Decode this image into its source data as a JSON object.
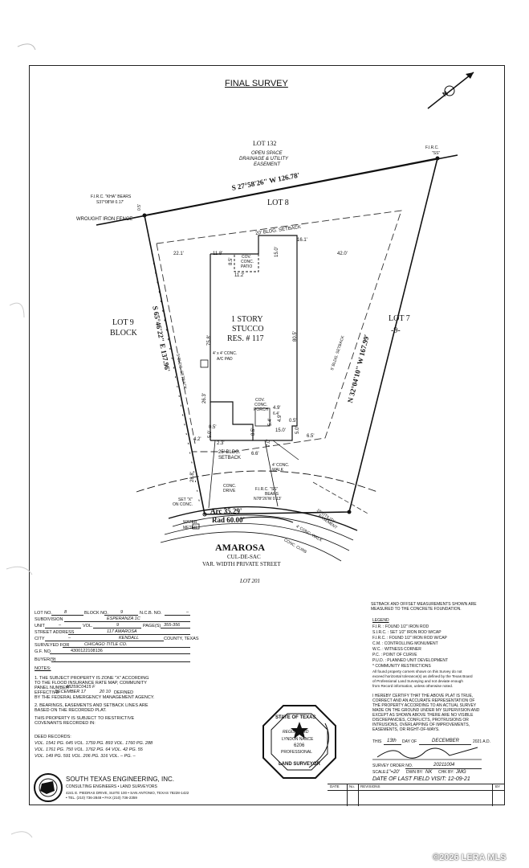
{
  "title": "FINAL SURVEY",
  "north_label": "N",
  "lots": {
    "lot132": {
      "label": "LOT 132",
      "desc1": "OPEN SPACE",
      "desc2": "DRAINAGE & UTILITY",
      "desc3": "EASEMENT"
    },
    "lot8": "LOT 8",
    "lot9": "LOT 9",
    "block": "BLOCK",
    "lot7": "LOT 7",
    "block7": "-9-",
    "lot201": "LOT 201"
  },
  "bearings": {
    "north": "S 27°58'26\" W 126.78'",
    "west": "S 65°46'22\" E 137.96'",
    "east": "N 32°04'10\" W 167.99'",
    "firc_kha": "F.I.R.C. \"KHA\" BEARS",
    "firc_kha_bear": "S37°08'W 0.17'",
    "firc_ss_top": "F.I.R.C.",
    "firc_ss_top2": "\"SS\"",
    "firc_bottom": "F.I.R.C. \"SS\"",
    "firc_bottom2": "BEARS",
    "firc_bottom3": "N78°26'W 0.13'",
    "fence_offset": "0.5'"
  },
  "labels": {
    "wrought_iron": "WROUGHT IRON FENCE",
    "bldg_setback_20": "20' BLDG. SETBACK",
    "setback_5_left": "5' BLDG. SETBACK",
    "setback_5_right": "5' BLDG. SETBACK",
    "setback_25": "25' BLDG.",
    "setback_25b": "SETBACK",
    "house1": "1 STORY",
    "house2": "STUCCO",
    "house3": "RES. # 117",
    "ac1": "4' x 4' CONC.",
    "ac2": "A/C PAD",
    "patio1": "COV.",
    "patio2": "CONC.",
    "patio3": "PATIO",
    "porch1": "COV.",
    "porch2": "CONC.",
    "porch3": "PORCH",
    "walk1": "4' CONC.",
    "walk2": "WALK",
    "drive1": "CONC.",
    "drive2": "DRIVE",
    "set_x": "SET \"X\"",
    "set_x2": "ON CONC.",
    "water": "WATER",
    "water2": "METER",
    "util1": "15' UTILITY",
    "util2": "EASEMENT",
    "conc_walk": "4' CONC. WALK",
    "conc_curb": "CONC. CURB",
    "arc": "Arc 35.29'",
    "rad": "Rad 60.00'",
    "street": "AMAROSA",
    "street2": "CUL-DE-SAC",
    "street3": "VAR. WIDTH PRIVATE STREET"
  },
  "dims": [
    "22.1'",
    "11.8'",
    "8.5'",
    "15.0'",
    "16.1'",
    "42.0'",
    "11.2'",
    "75.8'",
    "80.5'",
    "26.3'",
    "4.9'",
    "6.4'",
    "5.4'",
    "4.9'",
    "8.5'",
    "7.0'",
    "0.5'",
    "15.0'",
    "5.0'",
    "0.5'",
    "6.5'",
    "5.0'",
    "2.3'",
    "6.6'",
    "4.2'",
    "28.8'"
  ],
  "info": {
    "rows": [
      {
        "label": "LOT NO.",
        "value": "8",
        "label2": "BLOCK NO.",
        "value2": "9",
        "label3": "N.C.B. NO.",
        "value3": "–"
      },
      {
        "label": "SUBDIVISION",
        "value": "ESPERANZA 1C"
      },
      {
        "label": "UNIT",
        "value": "–",
        "label2": "VOL.",
        "value2": "9",
        "label3": "PAGE(S)",
        "value3": "355-356"
      },
      {
        "label": "STREET ADDRESS",
        "value": "117 AMAROSA"
      },
      {
        "label": "CITY",
        "value": "–",
        "label2": "",
        "value2": "KENDALL",
        "label3": "COUNTY, TEXAS",
        "value3": ""
      },
      {
        "label": "SURVEYED FOR",
        "value": "CHICAGO TITLE CO."
      },
      {
        "label": "G.F. NO.",
        "value": "4300122108136"
      },
      {
        "label": "BUYER(S)",
        "value": "–"
      }
    ],
    "notes_title": "NOTES:",
    "note1a": "1. THE SUBJECT PROPERTY IS ZONE \"X\" ACCORDING",
    "note1b": "TO THE FLOOD INSURANCE RATE MAP, COMMUNITY",
    "note1c": "PANEL NUMBER",
    "note1c_val": "48259C0415 F",
    "note1d": "EFFECTIVE",
    "note1d_val": "DECEMBER 17",
    "note1d_yr": "20 10",
    "note1d_def": "DEFINED",
    "note1e": "BY THE FEDERAL EMERGENCY MANAGEMENT AGENCY.",
    "note2a": "2. BEARINGS, EASEMENTS AND SETBACK LINES ARE",
    "note2b": "BASED ON THE RECORDED PLAT.",
    "note3a": "THIS PROPERTY IS SUBJECT TO RESTRICTIVE",
    "note3b": "COVENANTS RECORDED IN:",
    "deed_title": "DEED RECORDS:",
    "deed1": "VOL. 1541  PG. 645  VOL. 1759  PG. 893  VOL. 1760  PG. 288",
    "deed2": "VOL. 1761  PG. 750  VOL. 1762  PG. 64  VOL. 42  PG. 55",
    "deed3": "VOL. 149  PG. 591  VOL. 206  PG. 316  VOL. –  PG. –"
  },
  "company": {
    "name": "SOUTH TEXAS ENGINEERING, INC.",
    "sub": "CONSULTING ENGINEERS • LAND SURVEYORS",
    "addr": "4241 E. PIEDRAS DRIVE, SUITE 100 • SAN ANTONIO, TEXAS 78228-1422",
    "tel": "• TEL. (210) 736-2848 • FAX (210) 736-2359"
  },
  "right": {
    "setback_note1": "SETBACK AND OFFSET MEASUREMENTS SHOWN ARE",
    "setback_note2": "MEASURED TO THE CONCRETE FOUNDATION.",
    "legend_title": "LEGEND",
    "legend": [
      "F.I.R. : FOUND 1/2\" IRON ROD",
      "S.I.R.C. : SET 1/2\" IRON ROD W/CAP",
      "F.I.R.C. : FOUND 1/2\" IRON ROD W/CAP",
      "C.M. : CONTROLLING MONUMENT",
      "W.C. : WITNESS CORNER",
      "P.C. : POINT OF CURVE",
      "P.U.D. : PLANNED UNIT DEVELOPMENT",
      "* COMMUNITY RESTRICTIONS"
    ],
    "tol1": "All found property corners shown on this Survey do not",
    "tol2": "exceed horizontal tolerance(s) as defined by the Texas Board",
    "tol3": "of Professional Land Surveying and not deviate enough",
    "tol4": "from Record information, unless otherwise noted.",
    "cert1": "I HEREBY CERTIFY THAT THE ABOVE PLAT IS TRUE,",
    "cert2": "CORRECT AND AN ACCURATE REPRESENTATION OF",
    "cert3": "THE PROPERTY ACCORDING TO AN ACTUAL SURVEY",
    "cert4": "MADE ON THE GROUND UNDER MY SUPERVISION AND",
    "cert5": "EXCEPT AS SHOWN ABOVE THERE ARE NO VISIBLE",
    "cert6": "DISCREPANCIES, CONFLICTS, PROTRUSIONS OR",
    "cert7": "INTRUSIONS, OVERLAPPING OF IMPROVEMENTS,",
    "cert8": "EASEMENTS, OR RIGHT-OF-WAYS.",
    "seal_top": "STATE OF TEXAS",
    "seal_reg": "REGISTERED",
    "seal_name": "LYNDON NANCE",
    "seal_num": "6206",
    "seal_prof": "PROFESSIONAL",
    "seal_bottom": "LAND SURVEYOR",
    "this": "THIS",
    "day": "13th",
    "day_of": "DAY OF",
    "month": "DECEMBER",
    "year": "2021 A.D.",
    "order_label": "SURVEY ORDER NO.",
    "order": "20211004",
    "scale_label": "SCALE:",
    "scale": "1\"=20'",
    "dwn_label": "DWN BY:",
    "dwn": "NK",
    "chk_label": "CHK BY:",
    "chk": "JMG",
    "last_visit": "DATE OF LAST FIELD VISIT: 12-09-21",
    "rev_date": "DATE",
    "rev_no": "No.",
    "rev_rev": "REVISIONS",
    "rev_by": "BY"
  },
  "watermark": "©2026 LERA MLS"
}
